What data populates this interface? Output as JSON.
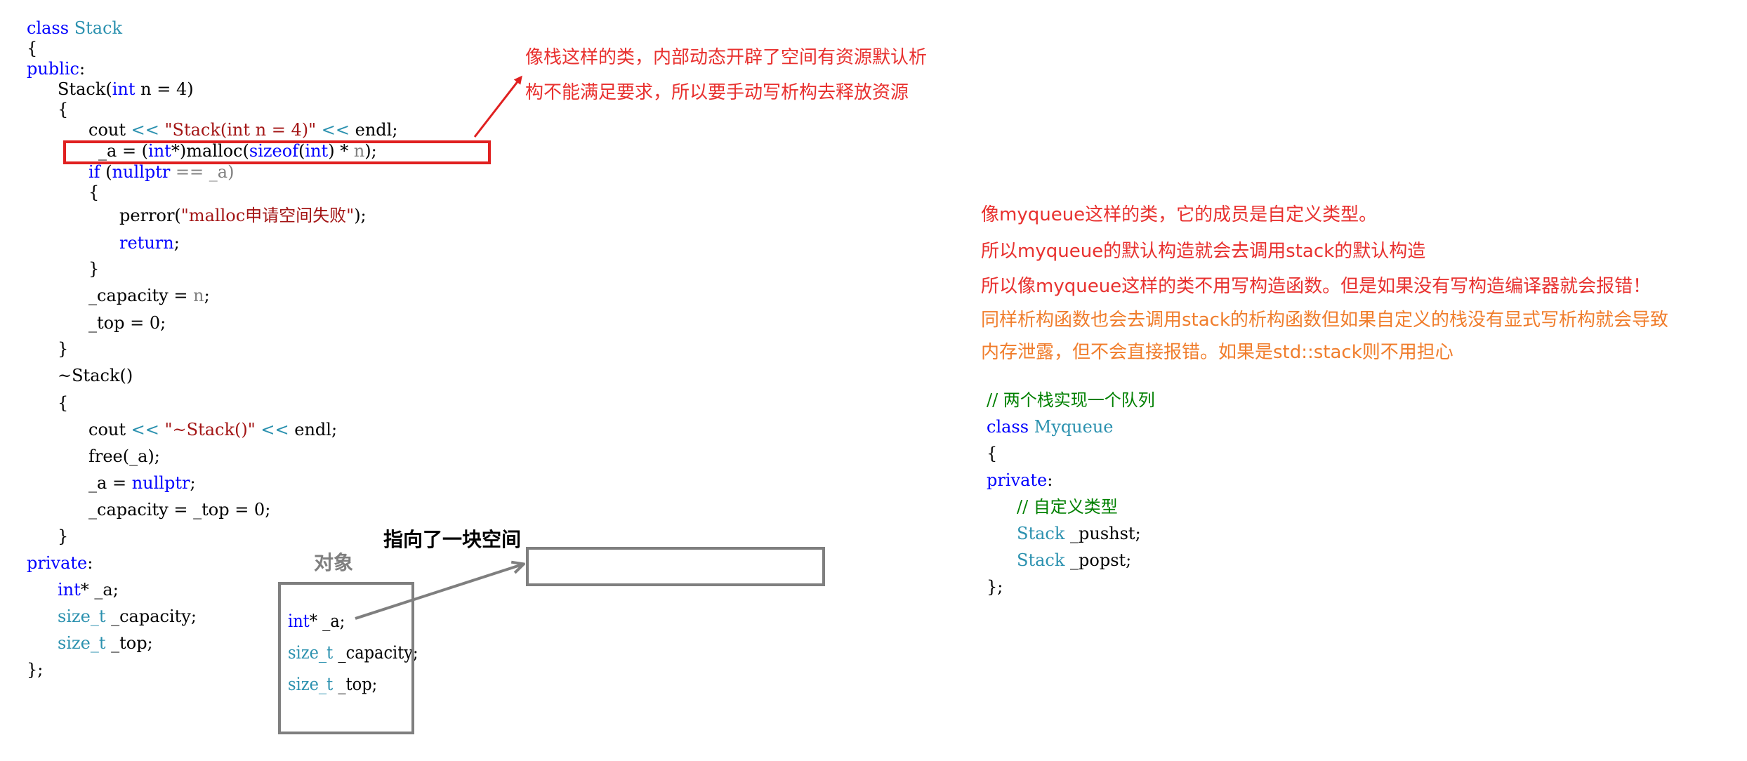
{
  "left_code": {
    "l1": {
      "a": "class ",
      "b": "Stack"
    },
    "l2": "{",
    "l3": {
      "a": "public",
      "b": ":"
    },
    "l4": {
      "a": "Stack(",
      "b": "int",
      "c": " n = 4)"
    },
    "l5": "{",
    "l6": {
      "a": "cout ",
      "b": "<<",
      "c": " \"Stack(int n = 4)\" ",
      "d": "<<",
      "e": " endl;"
    },
    "l7": {
      "a": "_a = (",
      "b": "int",
      "c": "*)malloc(",
      "d": "sizeof",
      "e": "(",
      "f": "int",
      "g": ") * ",
      "h": "n",
      "i": ");"
    },
    "l8": {
      "a": "if",
      "b": " (",
      "c": "nullptr",
      "d": " == _a)"
    },
    "l9": "{",
    "l10": {
      "a": "perror(",
      "b": "\"malloc申请空间失败\"",
      "c": ");"
    },
    "l11": {
      "a": "return",
      "b": ";"
    },
    "l12": "}",
    "l13": {
      "a": "_capacity = ",
      "b": "n",
      "c": ";"
    },
    "l14": "_top = 0;",
    "l15": "}",
    "l16": "~Stack()",
    "l17": "{",
    "l18": {
      "a": "cout ",
      "b": "<<",
      "c": " \"~Stack()\" ",
      "d": "<<",
      "e": " endl;"
    },
    "l19": "free(_a);",
    "l20": {
      "a": "_a = ",
      "b": "nullptr",
      "c": ";"
    },
    "l21": "_capacity = _top = 0;",
    "l22": "}",
    "l23": {
      "a": "private",
      "b": ":"
    },
    "l24": {
      "a": "int",
      "b": "* _a;"
    },
    "l25": {
      "a": "size_t",
      "b": " _capacity;"
    },
    "l26": {
      "a": "size_t",
      "b": " _top;"
    },
    "l27": "};"
  },
  "annotation_top": {
    "line1": "像栈这样的类，内部动态开辟了空间有资源默认析",
    "line2": "构不能满足要求，所以要手动写析构去释放资源"
  },
  "object_diagram": {
    "object_label": "对象",
    "points_to_label": "指向了一块空间",
    "m1": {
      "a": "int",
      "b": "* _a;"
    },
    "m2": {
      "a": "size_t",
      "b": " _capacity;"
    },
    "m3": {
      "a": "size_t",
      "b": " _top;"
    }
  },
  "right_notes": {
    "n1": "像myqueue这样的类，它的成员是自定义类型。",
    "n2": "所以myqueue的默认构造就会去调用stack的默认构造",
    "n3": "所以像myqueue这样的类不用写构造函数。但是如果没有写构造编译器就会报错！",
    "n4": "同样析构函数也会去调用stack的析构函数但如果自定义的栈没有显式写析构就会导致",
    "n5": "内存泄露，但不会直接报错。如果是std::stack则不用担心"
  },
  "right_code": {
    "r1": "// 两个栈实现一个队列",
    "r2": {
      "a": "class ",
      "b": "Myqueue"
    },
    "r3": "{",
    "r4": {
      "a": "private",
      "b": ":"
    },
    "r5": "// 自定义类型",
    "r6": {
      "a": "Stack",
      "b": " _pushst;"
    },
    "r7": {
      "a": "Stack",
      "b": " _popst;"
    },
    "r8": "};"
  },
  "colors": {
    "keyword": "#0000ff",
    "type": "#2b91af",
    "string": "#a31515",
    "comment": "#008000",
    "annotation_red": "#e8312f",
    "annotation_orange": "#f07d2c",
    "highlight_box": "#e02020",
    "diagram_gray": "#7f7f7f"
  }
}
